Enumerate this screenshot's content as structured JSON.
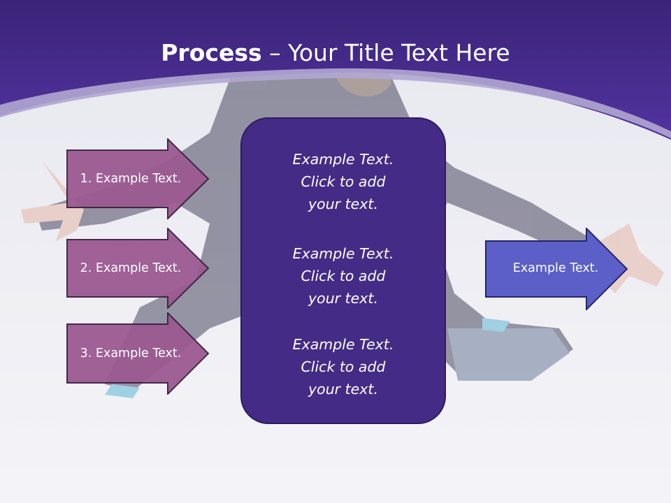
{
  "slide": {
    "title_bold": "Process",
    "title_rest": " – Your Title Text Here",
    "left_arrows": [
      {
        "label": "1. Example Text."
      },
      {
        "label": "2. Example Text."
      },
      {
        "label": "3. Example Text."
      }
    ],
    "center_blocks": [
      {
        "line1": "Example Text.",
        "line2": "Click  to add",
        "line3": "your text."
      },
      {
        "line1": "Example Text.",
        "line2": "Click  to add",
        "line3": "your text."
      },
      {
        "line1": "Example Text.",
        "line2": "Click  to add",
        "line3": "your text."
      }
    ],
    "right_arrow": {
      "label": "Example Text."
    }
  },
  "colors": {
    "header_purple": "#4a2d8e",
    "left_arrow_fill": "#9b5a91",
    "center_box_fill": "#442c86",
    "right_arrow_fill": "#5b5fc7"
  },
  "icons": [
    "dancer-background-image"
  ]
}
